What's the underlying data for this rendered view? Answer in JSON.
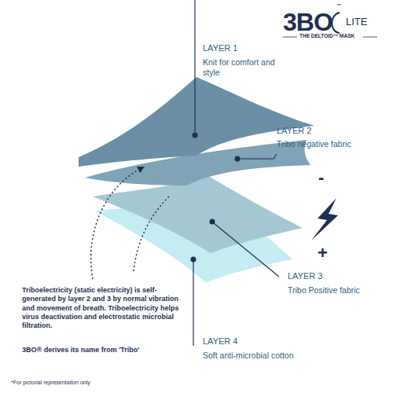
{
  "diagram": {
    "labels": [
      "LAYER 1",
      "Knit for comfort and style",
      "LAYER 2",
      "Tribo negative fabric",
      "LAYER 3",
      "Tribo Positive fabric",
      "LAYER 4",
      "Soft anti-microbial cotton",
      "Triboelectricity (static electricity) is self-generated by layer 2 and 3 by normal vibration and movement of breath. Triboelectricity helps virus deactivation and electrostatic microbial filtration.",
      "3BO® derives its name from 'Tribo'",
      "*For pictorial representation only",
      "-",
      "+",
      "3BO",
      "™",
      "LITE",
      "THE DELTOID™ MASK"
    ]
  }
}
